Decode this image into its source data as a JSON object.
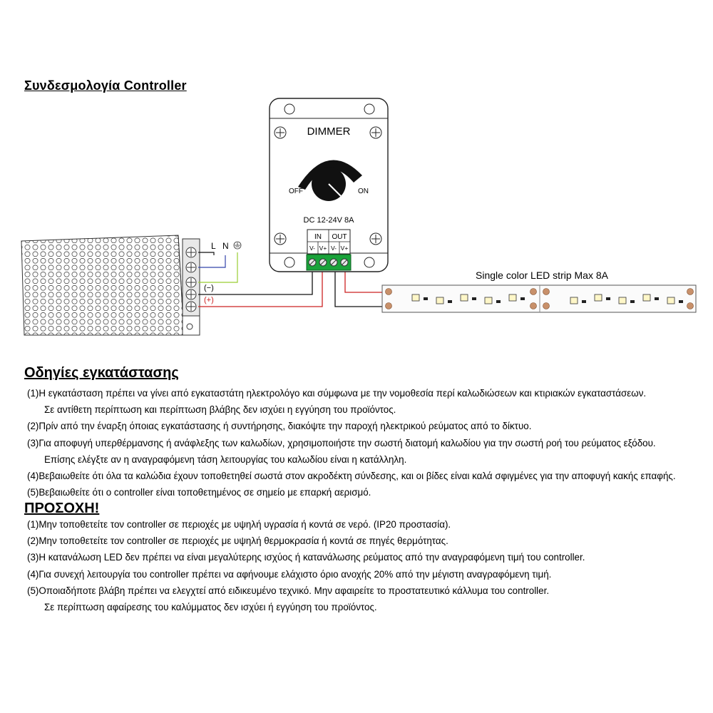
{
  "title": "Συνδεσμολογία Controller",
  "diagram": {
    "dimmer_label": "DIMMER",
    "off_label": "OFF",
    "on_label": "ON",
    "rating": "DC 12-24V  8A",
    "in_label": "IN",
    "out_label": "OUT",
    "terminal_labels": [
      "V-",
      "V+",
      "V-",
      "V+"
    ],
    "strip_label": "Single color LED strip Max 8A",
    "psu_labels": [
      "L",
      "N"
    ],
    "minus_label": "(−)",
    "plus_label": "(+)"
  },
  "install": {
    "heading": "Οδηγίες εγκατάστασης",
    "items": [
      {
        "num": "(1)",
        "text": "Η εγκατάσταση πρέπει να γίνει από εγκαταστάτη ηλεκτρολόγο και σύμφωνα με την νομοθεσία περί καλωδιώσεων και κτιριακών εγκαταστάσεων.",
        "cont": "Σε αντίθετη περίπτωση και περίπτωση βλάβης δεν ισχύει η εγγύηση του προϊόντος."
      },
      {
        "num": "(2)",
        "text": "Πρίν από την έναρξη όποιας εγκατάστασης ή συντήρησης, διακόψτε την παροχή ηλεκτρικού ρεύματος από το δίκτυο.",
        "cont": ""
      },
      {
        "num": "(3)",
        "text": "Για αποφυγή υπερθέρμανσης ή ανάφλεξης των καλωδίων, χρησιμοποιήστε την σωστή διατομή καλωδίου για την σωστή ροή του ρεύματος  εξόδου.",
        "cont": "Επίσης ελέγξτε αν η αναγραφόμενη τάση λειτουργίας του καλωδίου είναι η κατάλληλη."
      },
      {
        "num": "(4)",
        "text": "Βεβαιωθείτε ότι όλα τα καλώδια έχουν τοποθετηθεί σωστά στον ακροδέκτη σύνδεσης, και οι βίδες είναι καλά σφιγμένες για την αποφυγή κακής επαφής.",
        "cont": ""
      },
      {
        "num": "(5)",
        "text": "Βεβαιωθείτε ότι ο controller είναι τοποθετημένος σε σημείο με επαρκή αερισμό.",
        "cont": ""
      }
    ]
  },
  "warning": {
    "heading": "ΠΡΟΣΟΧΗ!",
    "items": [
      {
        "num": "(1)",
        "text": "Μην τοποθετείτε τον controller σε περιοχές με υψηλή υγρασία ή κοντά σε νερό. (IP20 προστασία).",
        "cont": ""
      },
      {
        "num": "(2)",
        "text": "Μην τοποθετείτε τον controller σε περιοχές με υψηλή θερμοκρασία ή κοντά σε πηγές θερμότητας.",
        "cont": ""
      },
      {
        "num": "(3)",
        "text": "Η κατανάλωση LED δεν πρέπει να είναι μεγαλύτερης ισχύος ή κατανάλωσης ρεύματος από την αναγραφόμενη τιμή του controller.",
        "cont": ""
      },
      {
        "num": "(4)",
        "text": "Για συνεχή λειτουργία του controller πρέπει να αφήνουμε ελάχιστο όριο ανοχής 20% από την μέγιστη αναγραφόμενη τιμή.",
        "cont": ""
      },
      {
        "num": "(5)",
        "text": "Οποιαδήποτε βλάβη πρέπει να ελεγχτεί από ειδικευμένο τεχνικό. Μην αφαιρείτε το προστατευτικό κάλλυμα του controller.",
        "cont": "Σε περίπτωση αφαίρεσης του καλύμματος δεν ισχύει ή εγγύηση του προϊόντος."
      }
    ]
  }
}
